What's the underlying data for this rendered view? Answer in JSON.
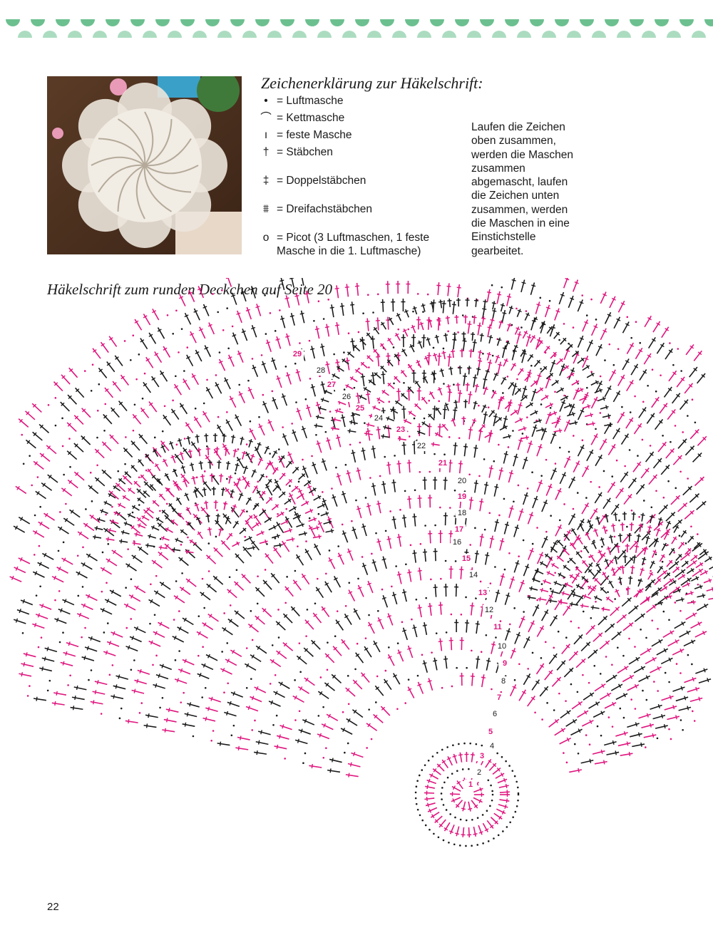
{
  "colors": {
    "border_dark": "#6cc08f",
    "border_light": "#acdcc0",
    "pink": "#e0157e",
    "black": "#1a1a1a"
  },
  "legend": {
    "title": "Zeichenerklärung zur Häkelschrift:",
    "items": [
      {
        "icon": "chain-dot-icon",
        "text": "= Luftmasche"
      },
      {
        "icon": "slip-stitch-arc-icon",
        "text": "= Kettmasche"
      },
      {
        "icon": "single-crochet-bar-icon",
        "text": "= feste Masche"
      },
      {
        "icon": "double-crochet-icon",
        "text": "= Stäbchen"
      },
      {
        "icon": "treble-crochet-icon",
        "text": "= Doppelstäbchen"
      },
      {
        "icon": "double-treble-icon",
        "text": "= Dreifachstäbchen"
      },
      {
        "icon": "picot-icon",
        "text": "= Picot (3 Luftmaschen, 1 feste",
        "text2": "Masche in die 1. Luftmasche)"
      }
    ],
    "note": "Laufen die Zeichen oben zusammen, werden die Maschen zusammen abgemascht, laufen die Zeichen unten zusammen, werden die Maschen in eine Einstichstelle gearbeitet."
  },
  "chart": {
    "title": "Häkelschrift zum runden Deckchen auf Seite 20",
    "rounds": [
      "1",
      "2",
      "3",
      "4",
      "5",
      "6",
      "7",
      "8",
      "9",
      "10",
      "11",
      "12",
      "13",
      "14",
      "15",
      "16",
      "17",
      "18",
      "19",
      "20",
      "21",
      "22",
      "23",
      "24",
      "25",
      "26",
      "27",
      "28",
      "29"
    ]
  },
  "page_number": "22"
}
